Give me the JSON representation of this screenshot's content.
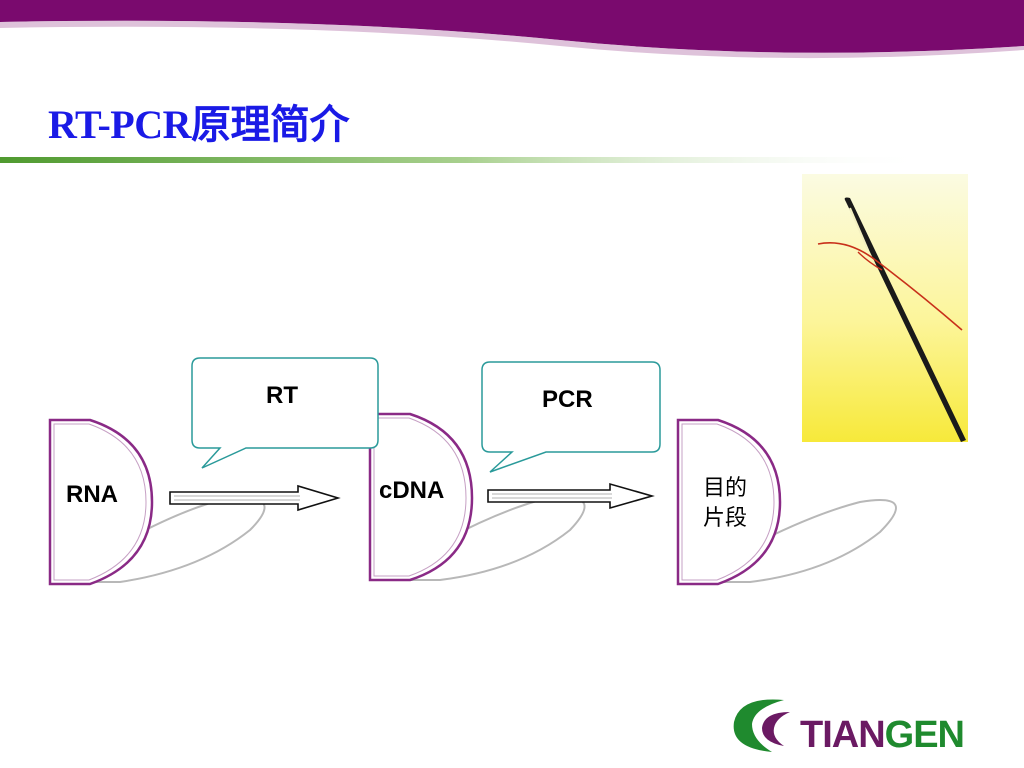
{
  "slide": {
    "title": "RT-PCR原理简介"
  },
  "diagram": {
    "nodes": {
      "rna": "RNA",
      "cdna": "cDNA",
      "target_line1": "目的",
      "target_line2": "片段"
    },
    "callouts": {
      "rt": "RT",
      "pcr": "PCR"
    }
  },
  "logo": {
    "text_part1": "TIAN",
    "text_part2": "GEN"
  },
  "colors": {
    "top_band": "#7a0a6e",
    "title": "#1a1ae6",
    "divider": "#5aa63a",
    "node_border": "#8a2a86",
    "callout_border": "#2a9a9a",
    "logo_purple": "#6b1a63",
    "logo_green": "#1f8a2e"
  }
}
